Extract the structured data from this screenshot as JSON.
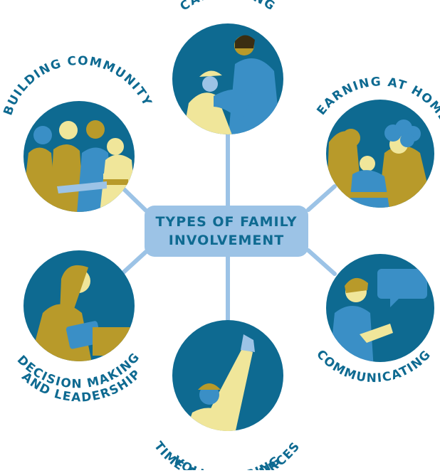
{
  "center": {
    "line1": "TYPES OF FAMILY",
    "line2": "INVOLVEMENT"
  },
  "nodes": {
    "caregiving": {
      "label": "CAREGIVING"
    },
    "learning_at_home": {
      "label": "LEARNING AT HOME"
    },
    "communicating": {
      "label": "COMMUNICATING"
    },
    "volunteering": {
      "line1": "VOLUNTEERING",
      "line2": "TIME AND RESOURCES"
    },
    "decision_making": {
      "line1": "DECISION MAKING",
      "line2": "AND LEADERSHIP"
    },
    "building_community": {
      "label": "BUILDING COMMUNITY"
    }
  },
  "colors": {
    "circle": "#0e6a91",
    "gold": "#b89a2a",
    "light_yellow": "#f0e69a",
    "light_blue": "#9cc3e6",
    "mid_blue": "#3a8fc6",
    "text": "#0e6a91"
  }
}
